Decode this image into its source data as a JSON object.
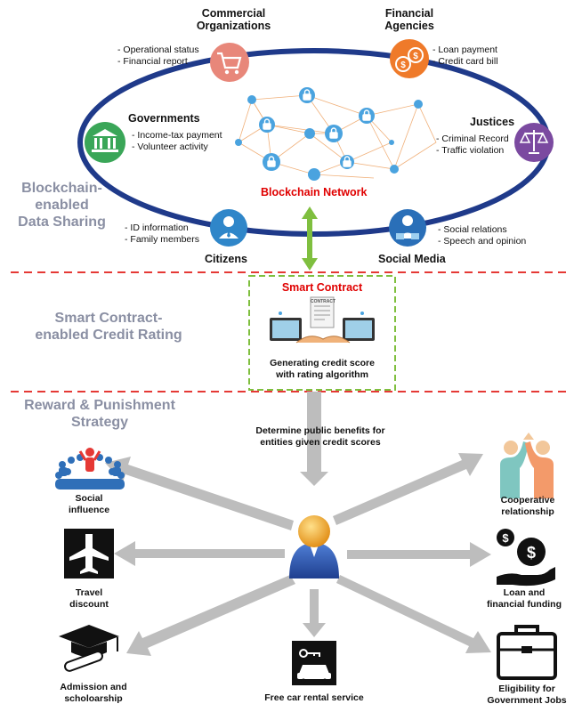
{
  "sections": {
    "data_sharing": [
      "Blockchain-",
      "enabled",
      "Data Sharing"
    ],
    "credit_rating": [
      "Smart Contract-",
      "enabled Credit Rating"
    ],
    "reward": [
      "Reward & Punishment",
      "Strategy"
    ]
  },
  "ring": {
    "commercial": {
      "title": [
        "Commercial",
        "Organizations"
      ],
      "items": [
        "- Operational status",
        "- Financial report"
      ]
    },
    "financial": {
      "title": [
        "Financial",
        "Agencies"
      ],
      "items": [
        "- Loan payment",
        "- Credit card bill"
      ]
    },
    "governments": {
      "title": "Governments",
      "items": [
        "- Income-tax payment",
        "- Volunteer activity"
      ]
    },
    "justices": {
      "title": "Justices",
      "items": [
        "- Criminal Record",
        "- Traffic violation"
      ]
    },
    "citizens": {
      "title": "Citizens",
      "items": [
        "- ID information",
        "- Family members"
      ]
    },
    "social_media": {
      "title": "Social Media",
      "items": [
        "- Social relations",
        "- Speech and opinion"
      ]
    },
    "network_label": "Blockchain Network"
  },
  "smart_contract": {
    "title": "Smart Contract",
    "doc_label": "CONTRACT",
    "caption": [
      "Generating credit score",
      "with rating algorithm"
    ]
  },
  "benefits_label": [
    "Determine public benefits for",
    "entities given credit scores"
  ],
  "outcomes": {
    "social": [
      "Social",
      "influence"
    ],
    "travel": [
      "Travel",
      "discount"
    ],
    "admission": [
      "Admission and",
      "scholoarship"
    ],
    "car": [
      "Free car rental service"
    ],
    "jobs": [
      "Eligibility for",
      "Government Jobs"
    ],
    "loan": [
      "Loan and",
      "financial funding"
    ],
    "coop": [
      "Cooperative",
      "relationship"
    ]
  },
  "colors": {
    "ring": "#1f3a8a",
    "commercial": "#e8877a",
    "financial": "#ef7a2a",
    "governments": "#3aa658",
    "justices": "#7b4aa0",
    "citizens": "#2f86c9",
    "social_media": "#2a6fb8",
    "network_lock": "#4aa3df",
    "green_arrow": "#7fbf3f",
    "dashed_red": "#e53935",
    "smart_box": "#7fbf3f",
    "gray_arrow": "#bdbdbd"
  }
}
